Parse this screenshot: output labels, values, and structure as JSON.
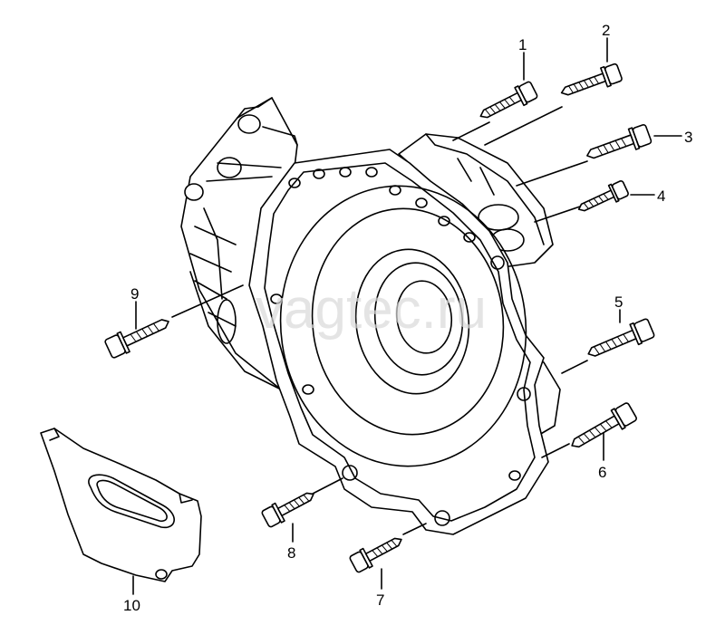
{
  "watermark": "vagtec.ru",
  "callouts": [
    "1",
    "2",
    "3",
    "4",
    "5",
    "6",
    "7",
    "8",
    "9",
    "10"
  ]
}
